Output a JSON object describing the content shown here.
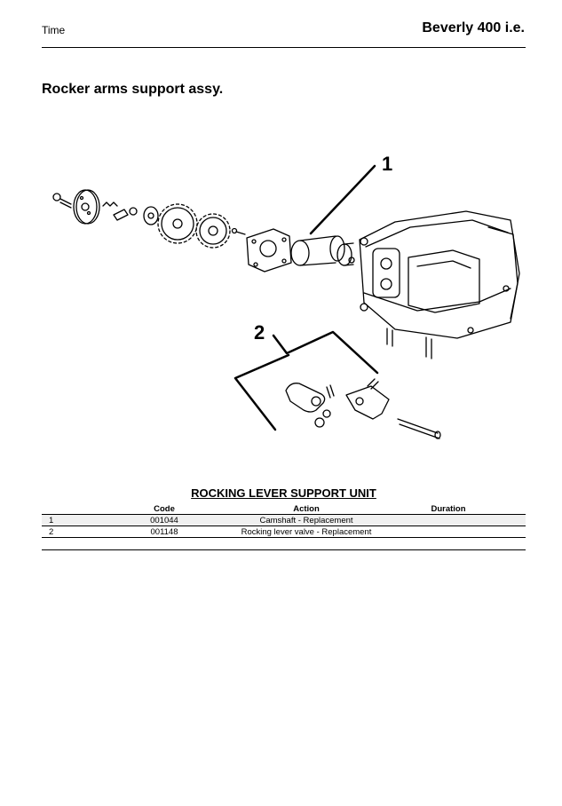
{
  "header": {
    "left": "Time",
    "right": "Beverly 400 i.e."
  },
  "section": {
    "title": "Rocker arms support assy."
  },
  "figure": {
    "callouts": [
      "1",
      "2"
    ]
  },
  "table": {
    "title": "ROCKING LEVER SUPPORT UNIT",
    "columns": [
      "",
      "Code",
      "Action",
      "Duration"
    ],
    "rows": [
      {
        "num": "1",
        "code": "001044",
        "action": "Camshaft - Replacement",
        "duration": ""
      },
      {
        "num": "2",
        "code": "001148",
        "action": "Rocking lever valve - Replacement",
        "duration": ""
      }
    ]
  }
}
